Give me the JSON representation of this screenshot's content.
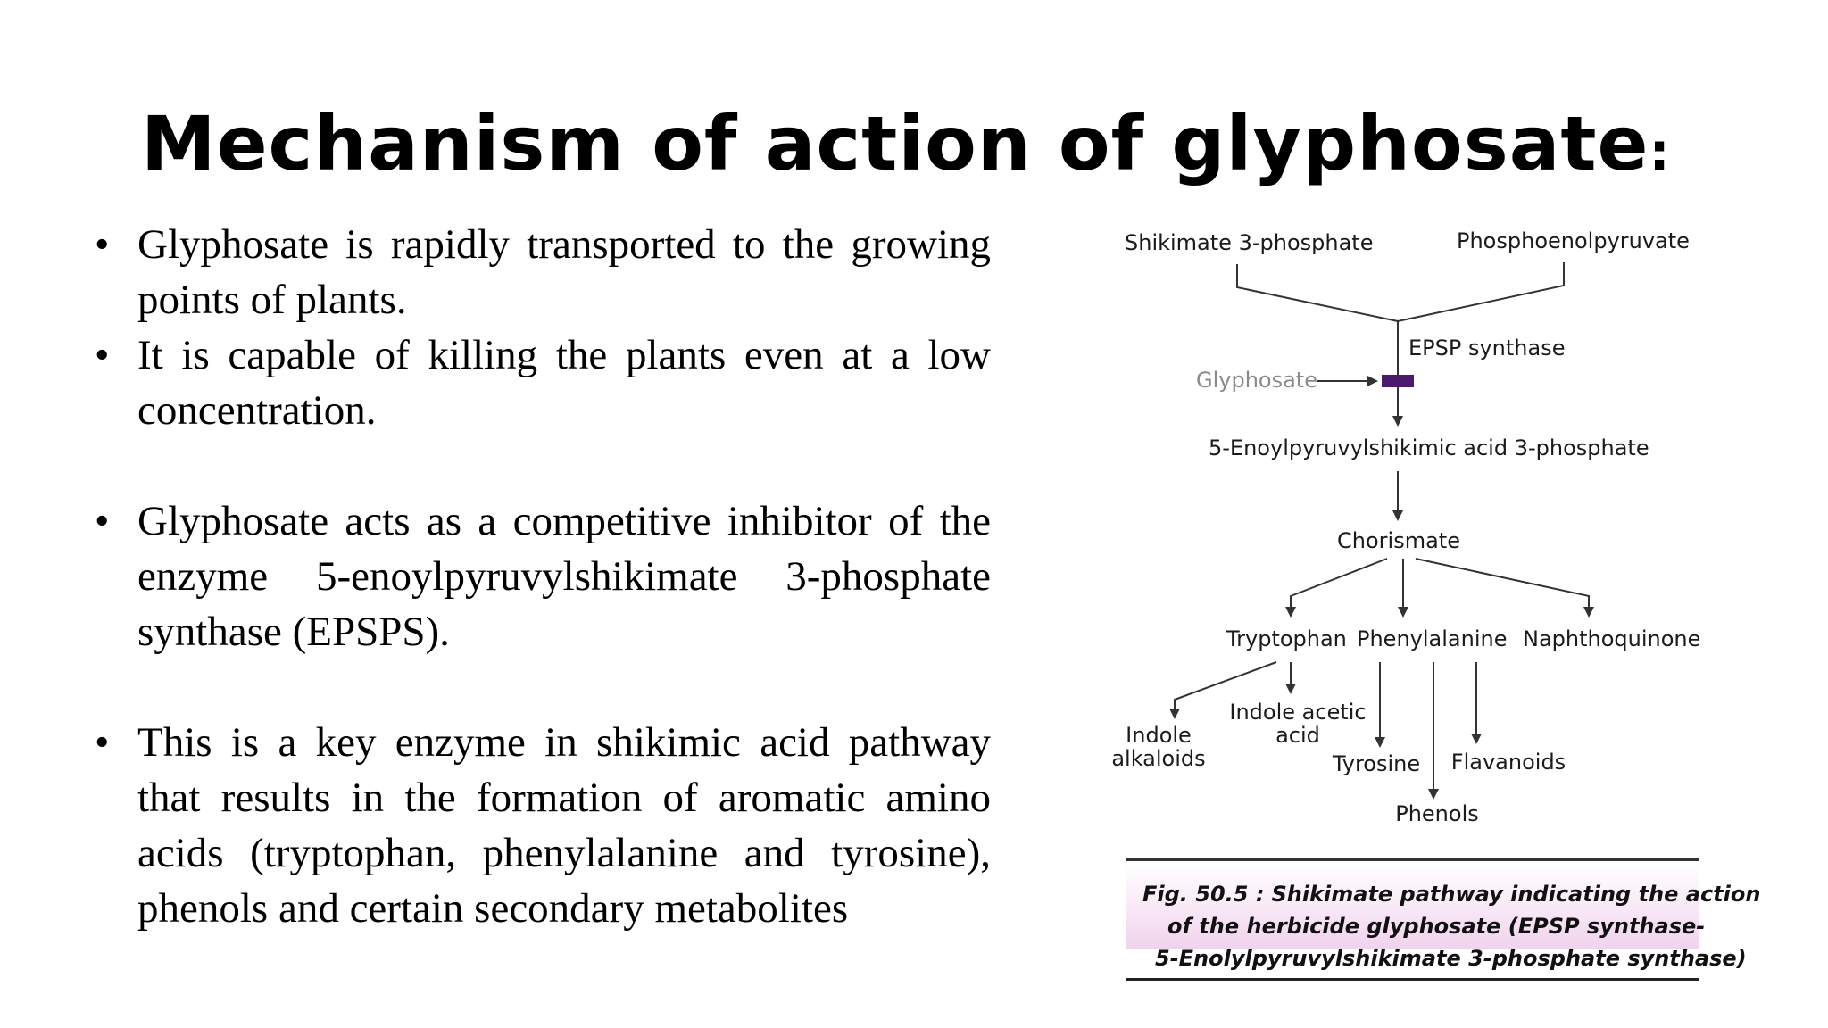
{
  "slide": {
    "title": "Mechanism of action of glyphosate",
    "title_colon": ":",
    "bullets": [
      "Glyphosate is rapidly transported to the growing points of plants.",
      " It is capable of killing the plants even at a low concentration.",
      "Glyphosate acts as a competitive inhibitor of the enzyme 5-enoylpyruvylshikimate 3-phosphate synthase (EPSPS).",
      "This is a key enzyme in shikimic acid pathway that results in the formation of aromatic amino acids (tryptophan, phenylalanine and tyrosine), phenols and certain secondary metabolites"
    ]
  },
  "figure": {
    "nodes": {
      "shikimate_3_phosphate": "Shikimate 3-phosphate",
      "phosphoenolpyruvate": "Phosphoenolpyruvate",
      "epsp_synthase": "EPSP synthase",
      "glyphosate": "Glyphosate",
      "epsp": "5-Enoylpyruvylshikimic acid 3-phosphate",
      "chorismate": "Chorismate",
      "tryptophan": "Tryptophan",
      "phenylalanine": "Phenylalanine",
      "naphthoquinone": "Naphthoquinone",
      "indole_alkaloids_line1": "Indole",
      "indole_alkaloids_line2": "alkaloids",
      "indole_acetic_acid_line1": "Indole acetic",
      "indole_acetic_acid_line2": "acid",
      "tyrosine": "Tyrosine",
      "flavanoids": "Flavanoids",
      "phenols": "Phenols"
    },
    "caption": {
      "label": "Fig. 50.5 :",
      "line1": "Shikimate pathway indicating the action",
      "line2": "of the herbicide glyphosate (EPSP synthase-",
      "line3": "5-Enolylpyruvylshikimate 3-phosphate synthase)"
    },
    "colors": {
      "inhibition_marker": "#4b1a6e",
      "caption_band": "#f3dcf0"
    }
  }
}
